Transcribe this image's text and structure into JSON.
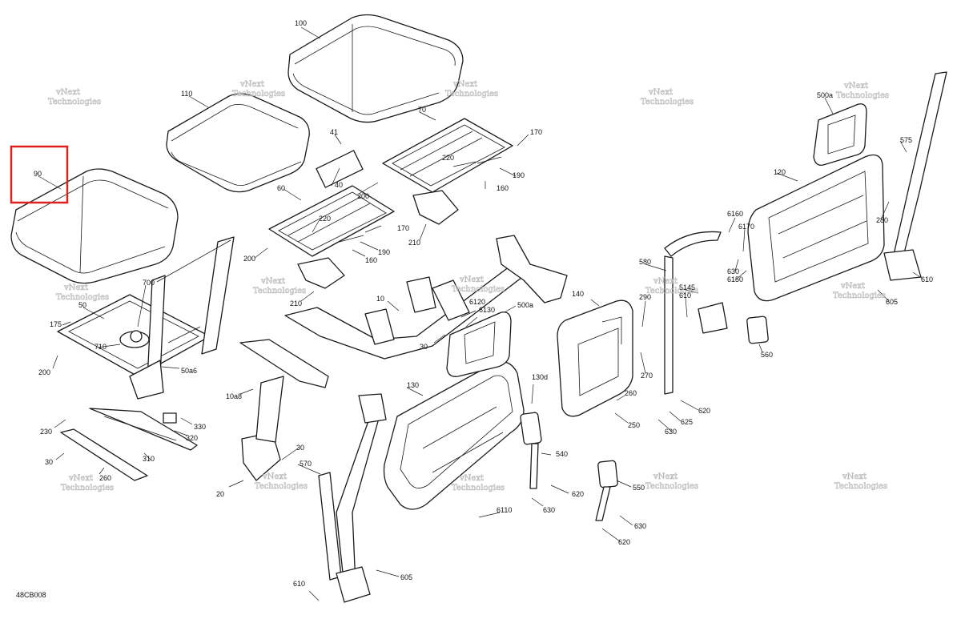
{
  "diagram": {
    "drawing_code": "48CB008",
    "watermark": [
      "vNext",
      "Technologies"
    ],
    "highlight_color": "#e02020",
    "highlighted_part": "90",
    "labels": [
      "100",
      "110",
      "90",
      "41",
      "40",
      "200",
      "70",
      "170",
      "220",
      "190",
      "160",
      "210",
      "60",
      "220",
      "170",
      "200",
      "160",
      "190",
      "210",
      "700",
      "50",
      "175",
      "710",
      "200",
      "50a6",
      "10",
      "6120",
      "6130",
      "500a",
      "30",
      "10a8",
      "30",
      "20",
      "230",
      "30",
      "260",
      "330",
      "320",
      "310",
      "130",
      "570",
      "610",
      "605",
      "6110",
      "130d",
      "540",
      "620",
      "630",
      "140",
      "260",
      "250",
      "290",
      "270",
      "550",
      "630",
      "620",
      "580",
      "6160",
      "6170",
      "630",
      "6150",
      "5145",
      "610",
      "620",
      "625",
      "630",
      "560",
      "500a",
      "120",
      "575",
      "280",
      "610",
      "605"
    ],
    "lines": {
      "ink": "#1a1a1a"
    }
  }
}
